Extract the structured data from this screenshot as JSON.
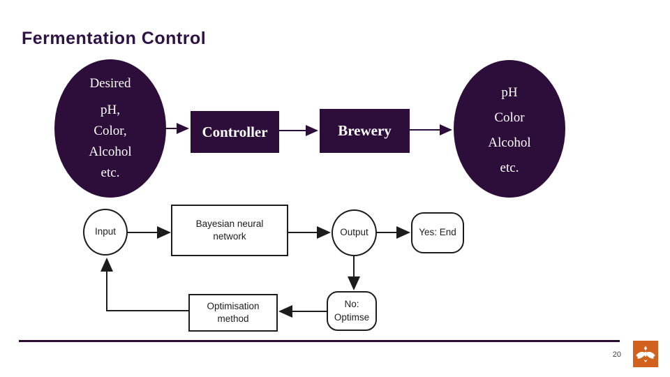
{
  "slide": {
    "title": "Fermentation Control",
    "page_number": "20"
  },
  "colors": {
    "purple": "#2d0e3b",
    "title_text": "#2e1145",
    "line_purple": "#2b0a33",
    "flow_stroke": "#1c1c1c",
    "logo_orange": "#d2611d"
  },
  "top_diagram": {
    "desired_ellipse": {
      "lines": [
        "Desired",
        "pH,",
        "Color,",
        "Alcohol",
        "etc."
      ]
    },
    "controller": {
      "label": "Controller"
    },
    "brewery": {
      "label": "Brewery"
    },
    "result_ellipse": {
      "lines": [
        "pH",
        "Color",
        "Alcohol",
        "etc."
      ]
    }
  },
  "flowchart": {
    "input": {
      "label": "Input"
    },
    "bayesian": {
      "label": "Bayesian neural network"
    },
    "output": {
      "label": "Output"
    },
    "yes_end": {
      "label": "Yes: End"
    },
    "no_optimise": {
      "label": "No: Optimse"
    },
    "optimisation": {
      "label": "Optimisation method"
    }
  }
}
